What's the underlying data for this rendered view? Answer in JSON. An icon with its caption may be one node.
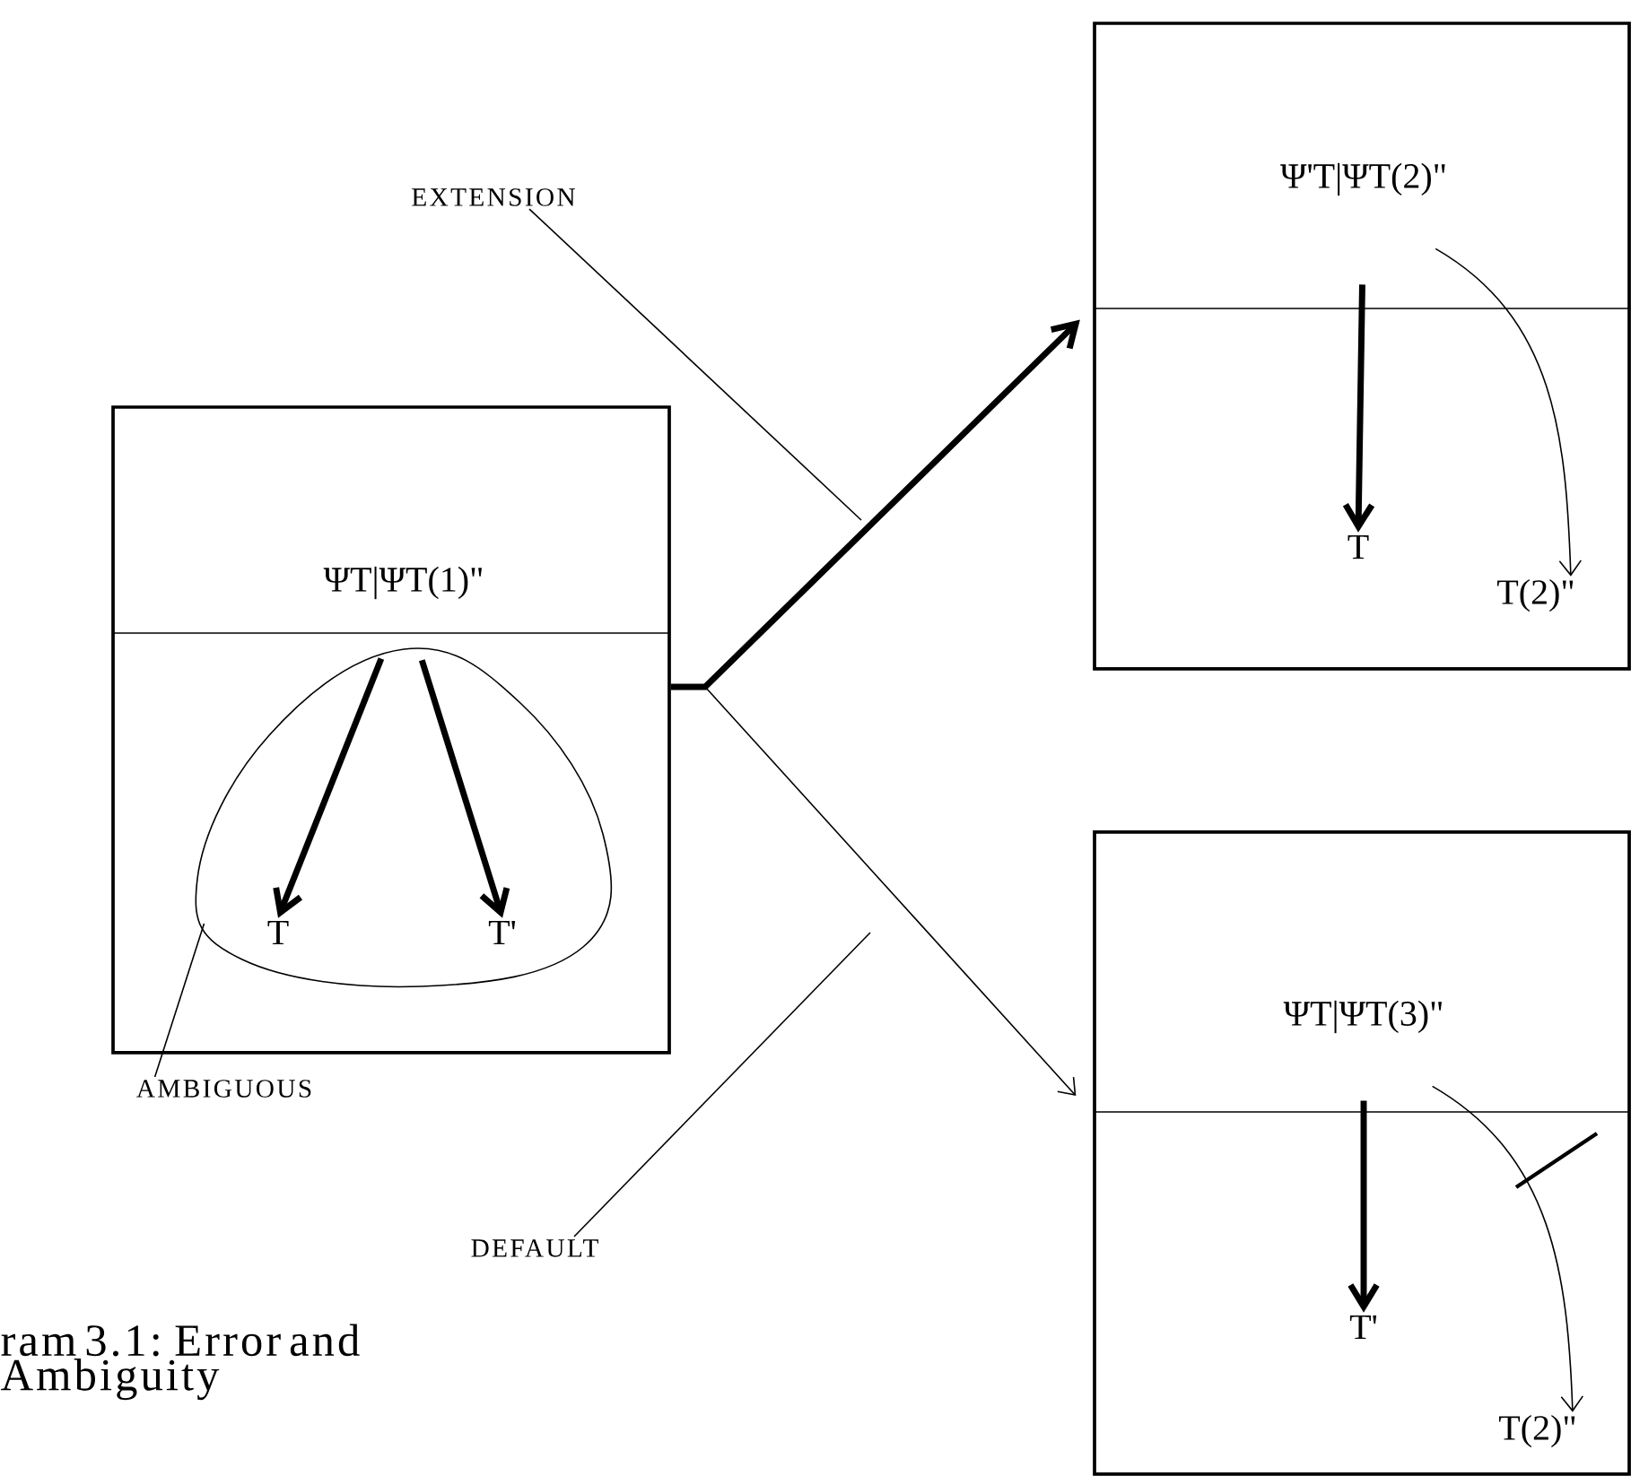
{
  "diagram": {
    "caption": "ram 3.1: Error and Ambiguity",
    "nodes": [
      {
        "text": [],
        "shape": "box"
      },
      {
        "text": [
          "ΨT|ΨT(1)\""
        ],
        "in": 0
      },
      {
        "text": [],
        "shape": "oval",
        "in": 0
      },
      {
        "text": [
          "T"
        ],
        "in": 2
      },
      {
        "text": [
          "T'"
        ],
        "in": 2
      },
      {
        "text": [
          "AMBIGUOUS"
        ]
      },
      {
        "text": [
          "EXTENSION"
        ]
      },
      {
        "text": [
          "DEFAULT"
        ]
      },
      {
        "text": [],
        "shape": "box"
      },
      {
        "text": [
          "Ψ'T|ΨT(2)\""
        ],
        "in": 8
      },
      {
        "text": [
          "T"
        ],
        "in": 8
      },
      {
        "text": [
          "T(2)\""
        ],
        "in": 8
      },
      {
        "text": [],
        "shape": "box"
      },
      {
        "text": [
          "ΨT|ΨT(3)\""
        ],
        "in": 12
      },
      {
        "text": [
          "T'"
        ],
        "in": 12
      },
      {
        "text": [
          "T(2)\""
        ],
        "in": 12
      }
    ],
    "edges": [
      {
        "from": 0,
        "to": 8,
        "arrow": "to",
        "style": "thick"
      },
      {
        "from": 0,
        "to": 12,
        "arrow": "to"
      },
      {
        "from": 1,
        "to": 3,
        "arrow": "to",
        "style": "thick"
      },
      {
        "from": 1,
        "to": 4,
        "arrow": "to",
        "style": "thick"
      },
      {
        "from": 5,
        "to": 2,
        "arrow": "none"
      },
      {
        "from": 6,
        "to": null,
        "arrow": "none"
      },
      {
        "from": 7,
        "to": null,
        "arrow": "none"
      },
      {
        "from": 9,
        "to": 10,
        "arrow": "to",
        "style": "thick"
      },
      {
        "from": 9,
        "to": 11,
        "arrow": "to"
      },
      {
        "from": 13,
        "to": 14,
        "arrow": "to",
        "style": "thick"
      },
      {
        "from": 13,
        "to": 15,
        "arrow": "to"
      }
    ]
  }
}
